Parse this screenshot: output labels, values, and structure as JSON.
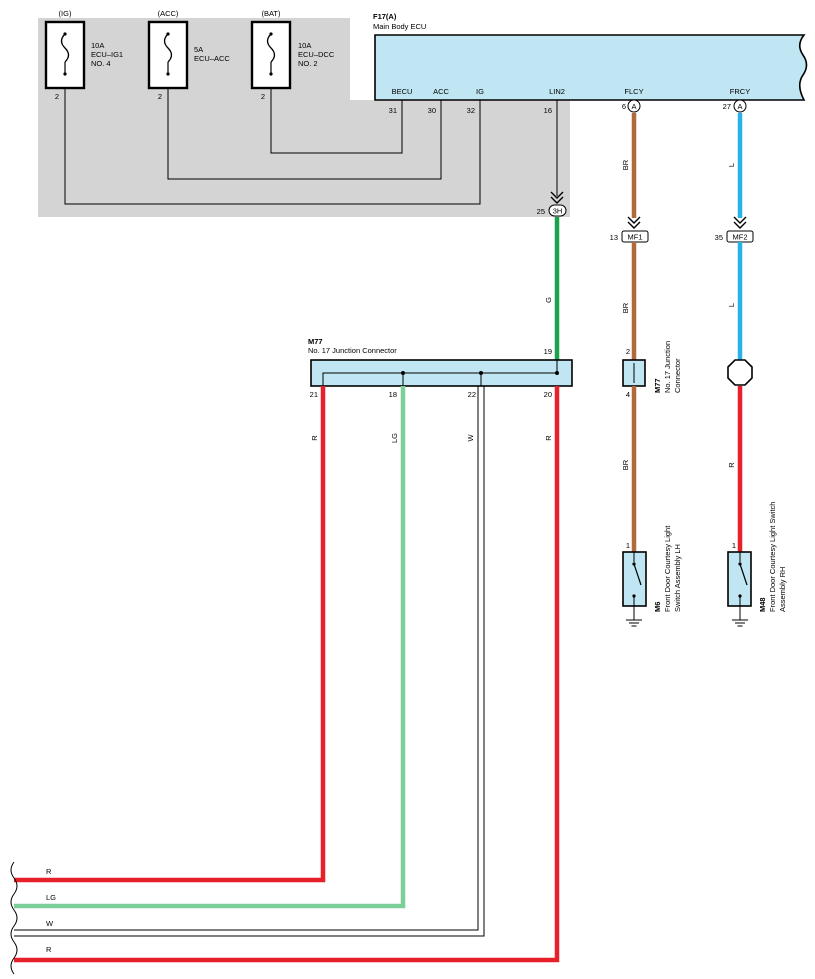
{
  "fuses": [
    {
      "supply": "(IG)",
      "rating": "10A",
      "name": "ECU–IG1",
      "number": "NO. 4",
      "pin": "2"
    },
    {
      "supply": "(ACC)",
      "rating": "5A",
      "name": "ECU–ACC",
      "number": "",
      "pin": "2"
    },
    {
      "supply": "(BAT)",
      "rating": "10A",
      "name": "ECU–DCC",
      "number": "NO. 2",
      "pin": "2"
    }
  ],
  "ecu": {
    "code": "F17(A)",
    "name": "Main Body ECU",
    "terminals": [
      {
        "label": "BECU",
        "pin": "31"
      },
      {
        "label": "ACC",
        "pin": "30"
      },
      {
        "label": "IG",
        "pin": "32"
      },
      {
        "label": "LIN2",
        "pin": "16"
      },
      {
        "label": "FLCY",
        "pin": "6"
      },
      {
        "label": "FRCY",
        "pin": "27"
      }
    ],
    "connector_tag": "A"
  },
  "connector_3h": {
    "pin": "25",
    "code": "3H"
  },
  "mf1": {
    "pin": "13",
    "code": "MF1"
  },
  "mf2": {
    "pin": "35",
    "code": "MF2"
  },
  "jc": {
    "code": "M77",
    "name": "No. 17 Junction Connector",
    "top_pin": "19",
    "bottom_pins": [
      "21",
      "18",
      "22",
      "20"
    ]
  },
  "jc_small": {
    "code": "M77",
    "name_line1": "No. 17 Junction",
    "name_line2": "Connector",
    "pin_top": "2",
    "pin_bottom": "4"
  },
  "switch_lh": {
    "pin": "1",
    "code": "M6",
    "name_line1": "Front Door Courtesy Light",
    "name_line2": "Switch Assembly LH"
  },
  "switch_rh": {
    "pin": "1",
    "code": "M48",
    "name_line1": "Front Door Courtesy Light Switch",
    "name_line2": "Assembly RH"
  },
  "wires": {
    "g": "G",
    "br_top": "BR",
    "br_mid": "BR",
    "br_low": "BR",
    "l_top": "L",
    "l_mid": "L",
    "r_rh": "R",
    "r_left": "R",
    "lg": "LG",
    "w": "W",
    "r_right": "R"
  },
  "bottom_labels": [
    "R",
    "LG",
    "W",
    "R"
  ],
  "colors": {
    "ecu_fill": "#bfe6f2",
    "shade": "#d4d4d4",
    "red": "#e8202a",
    "green": "#1aa34a",
    "light_green": "#7ccf9b",
    "brown": "#b06a3c",
    "blue": "#28b2e6"
  }
}
